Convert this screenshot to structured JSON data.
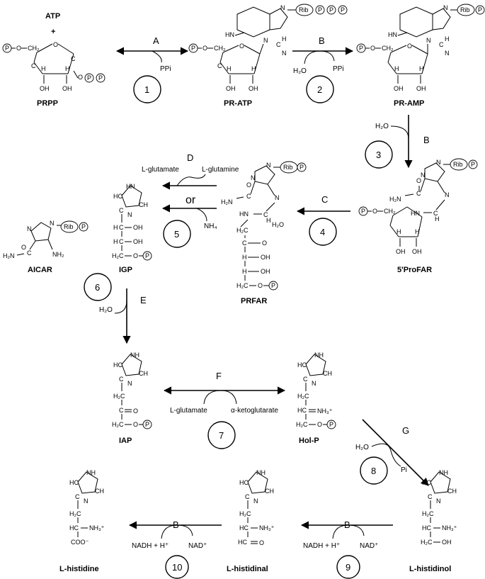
{
  "molecules": {
    "atp": "ATP",
    "plus": "+",
    "prpp": "PRPP",
    "pr_atp": "PR-ATP",
    "pr_amp": "PR-AMP",
    "profar": "5'ProFAR",
    "prfar": "PRFAR",
    "igp": "IGP",
    "aicar": "AICAR",
    "iap": "IAP",
    "hol_p": "Hol-P",
    "histidinol": "L-histidinol",
    "histidinal": "L-histidinal",
    "histidine": "L-histidine"
  },
  "enzymes": {
    "s1": "A",
    "s2": "B",
    "s3": "B",
    "s4": "C",
    "s5": "D",
    "s6": "E",
    "s7": "F",
    "s8": "G",
    "s9": "B",
    "s10": "B"
  },
  "steps": [
    "1",
    "2",
    "3",
    "4",
    "5",
    "6",
    "7",
    "8",
    "9",
    "10"
  ],
  "cofactors": {
    "ppi_1": "PPi",
    "h2o_2": "H₂O",
    "ppi_2": "PPi",
    "h2o_3": "H₂O",
    "l_glutamate_5": "L-glutamate",
    "l_glutamine_5": "L-glutamine",
    "or_5": "or",
    "nh4_5": "NH₄",
    "h2o_4": "H₂O",
    "h2o_6": "H₂O",
    "l_glutamate_7": "L-glutamate",
    "akg_7": "α-ketoglutarate",
    "h2o_8": "H₂O",
    "pi_8": "Pi",
    "nadh_9": "NADH + H⁺",
    "nad_9": "NAD⁺",
    "nadh_10": "NADH + H⁺",
    "nad_10": "NAD⁺"
  },
  "labels": {
    "p": "P",
    "rib": "Rib",
    "o": "O",
    "oh": "OH",
    "h": "H",
    "hn": "HN",
    "nh": "NH",
    "n": "N",
    "c": "C",
    "ch2": "CH₂",
    "h2c": "H₂C",
    "hc": "HC",
    "ch": "CH",
    "imine": "HN",
    "h2n": "H₂N",
    "nh2": "NH₂",
    "nh3": "NH₃⁺",
    "coo": "COO⁻",
    "ho": "HO"
  }
}
